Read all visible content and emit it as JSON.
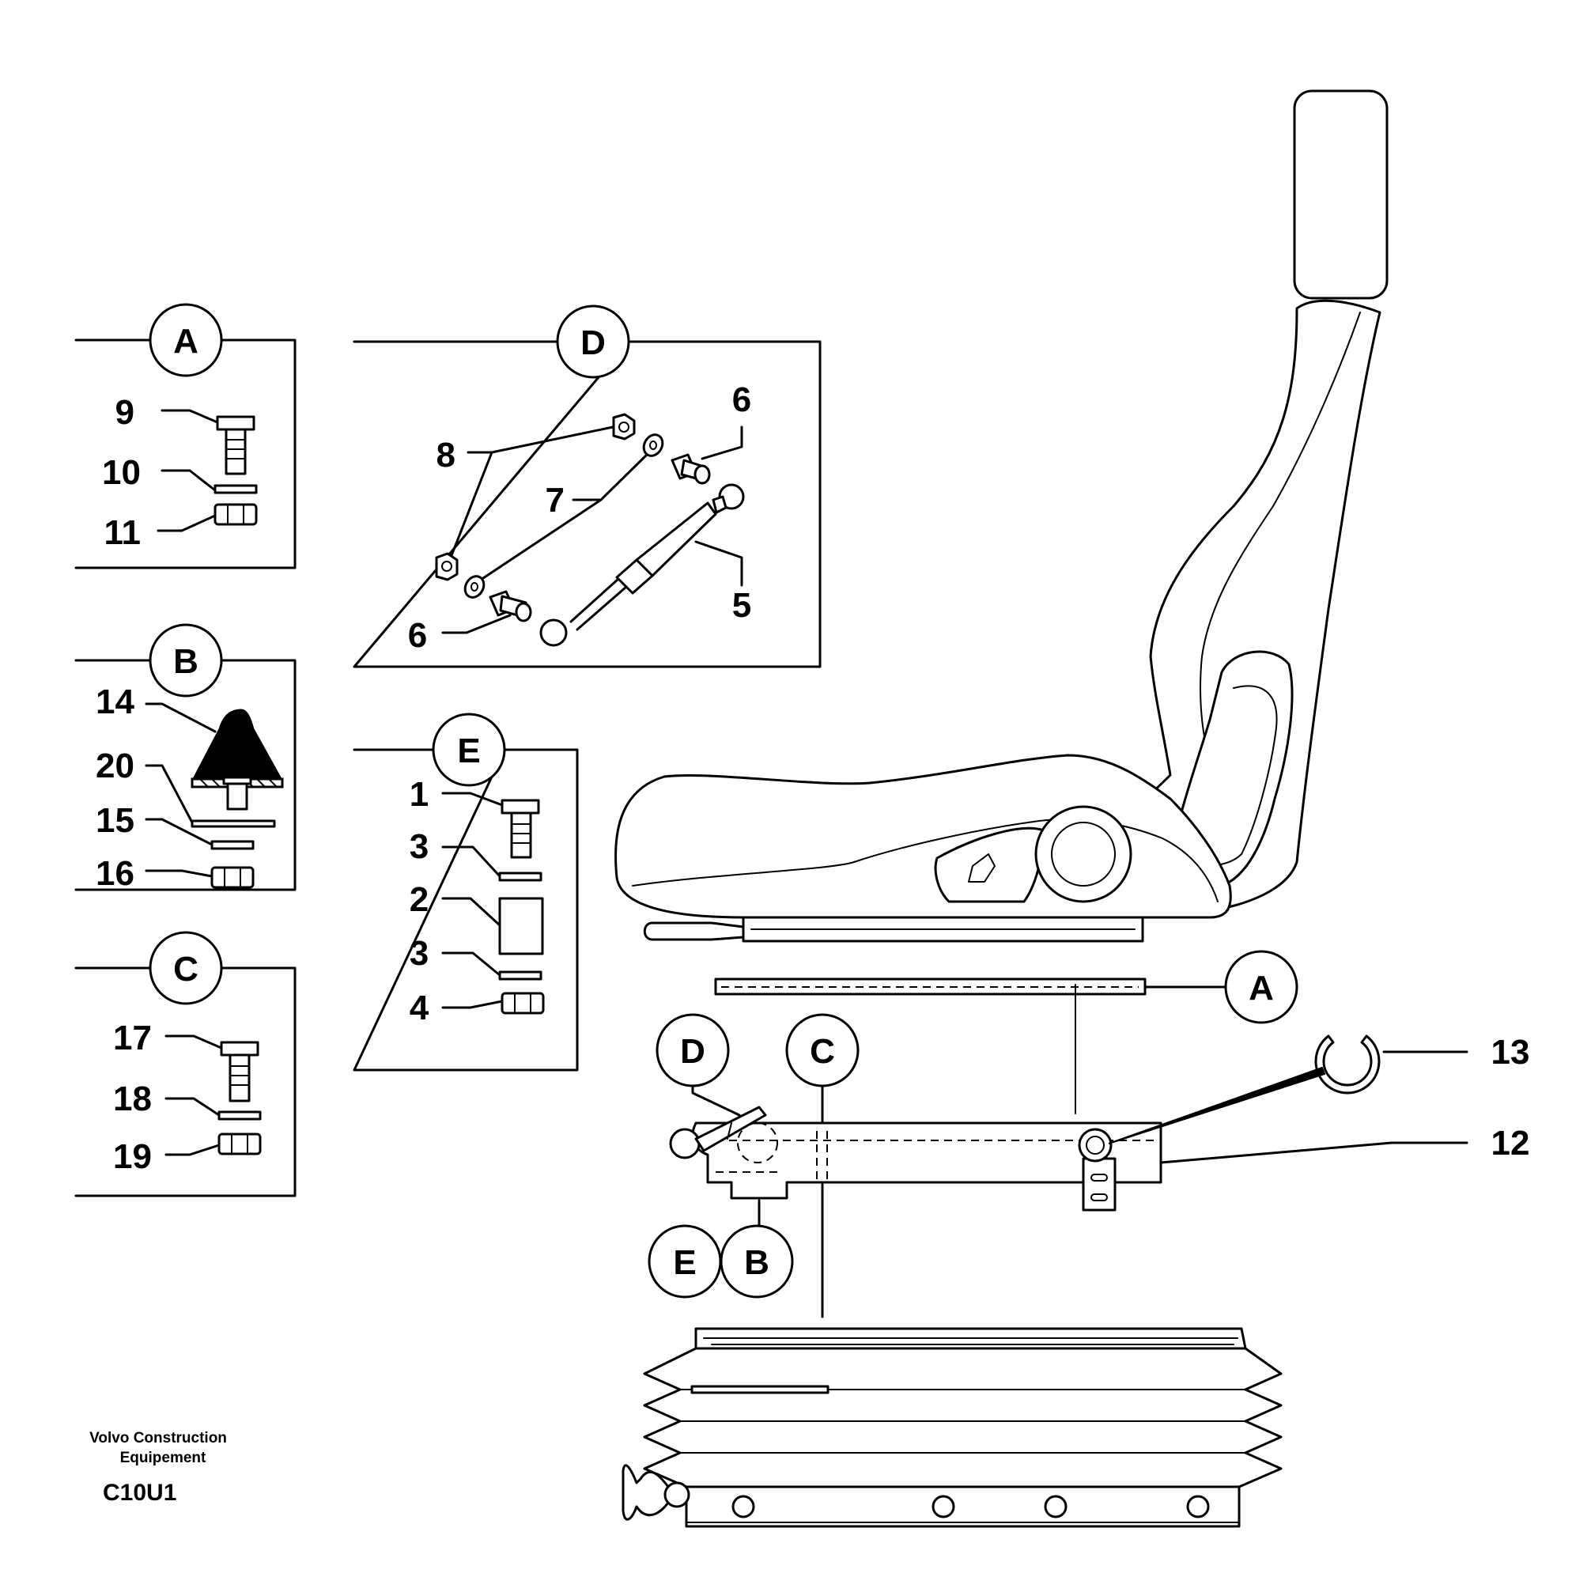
{
  "detail_boxes": {
    "A": {
      "letter": "A",
      "parts": [
        "9",
        "10",
        "11"
      ]
    },
    "B": {
      "letter": "B",
      "parts": [
        "14",
        "20",
        "15",
        "16"
      ]
    },
    "C": {
      "letter": "C",
      "parts": [
        "17",
        "18",
        "19"
      ]
    },
    "D": {
      "letter": "D",
      "parts": [
        "8",
        "7",
        "6",
        "5",
        "6"
      ]
    },
    "E": {
      "letter": "E",
      "parts": [
        "1",
        "3",
        "2",
        "3",
        "4"
      ]
    }
  },
  "main_callouts": {
    "letters": [
      "A",
      "D",
      "C",
      "E",
      "B"
    ],
    "parts": [
      "13",
      "12"
    ]
  },
  "footer": {
    "company_line1": "Volvo Construction",
    "company_line2": "Equipement",
    "code": "C10U1"
  }
}
